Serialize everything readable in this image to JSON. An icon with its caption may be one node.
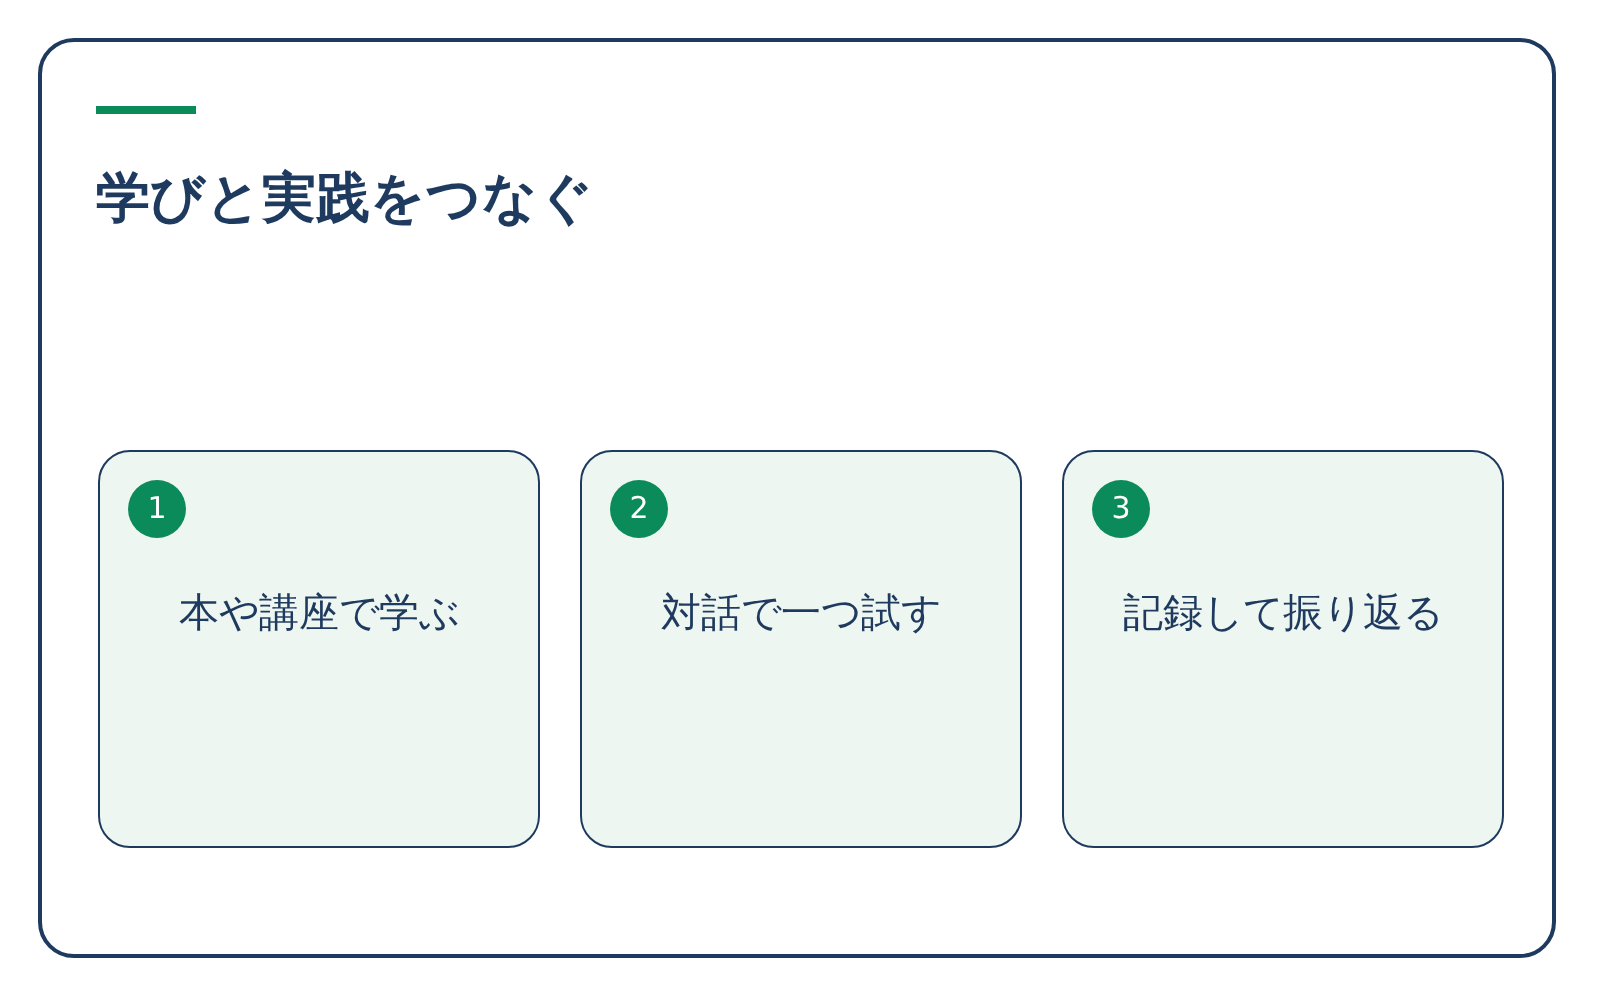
{
  "diagram": {
    "title": "学びと実践をつなぐ",
    "nodes": [
      {
        "text": [
          "本や講座で学ぶ"
        ]
      },
      {
        "text": [
          "1"
        ],
        "in": 0
      },
      {
        "text": [
          "対話で一つ試す"
        ]
      },
      {
        "text": [
          "2"
        ],
        "in": 2
      },
      {
        "text": [
          "記録して振り返る"
        ]
      },
      {
        "text": [
          "3"
        ],
        "in": 4
      }
    ]
  }
}
